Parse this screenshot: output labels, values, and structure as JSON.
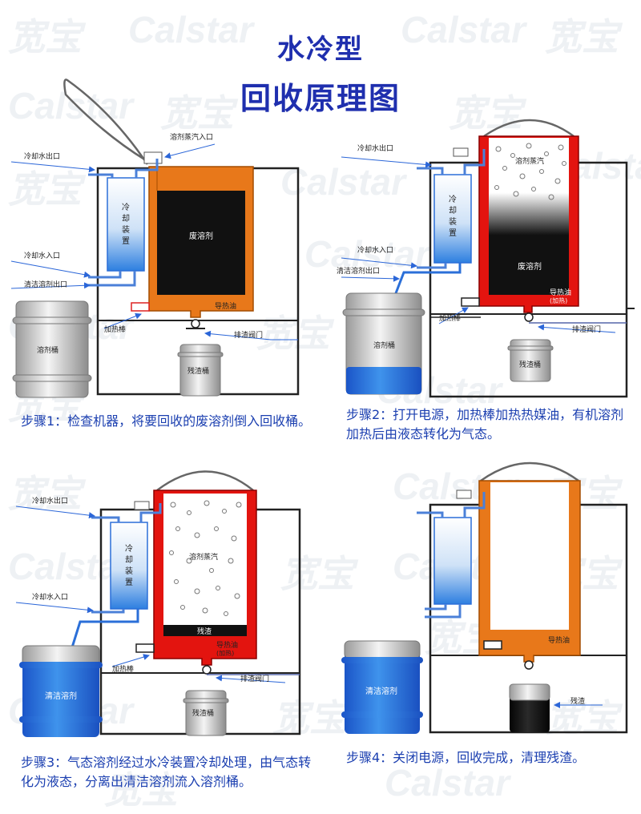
{
  "header": {
    "title": "水冷型",
    "subtitle": "回收原理图"
  },
  "watermark": [
    "Calstar",
    "宽宝"
  ],
  "panels": [
    {
      "caption": "步骤1：检查机器，将要回收的废溶剂倒入回收桶。",
      "labels": {
        "vapor_inlet": "溶剂蒸汽入口",
        "cooling_out": "冷却水出口",
        "cooling_device": "冷却装置",
        "cooling_in": "冷却水入口",
        "clean_out": "清洁溶剂出口",
        "waste": "废溶剂",
        "oil": "导热油",
        "heater": "加热棒",
        "drain": "排渣阀门",
        "solvent_bucket": "溶剂桶",
        "residue_bucket": "残渣桶"
      }
    },
    {
      "caption_lines": [
        "步骤2：打开电源，加热棒加热热媒油，有机溶剂",
        "加热后由液态转化为气态。"
      ],
      "labels": {
        "vapor": "溶剂蒸汽",
        "cooling_out": "冷却水出口",
        "cooling_device": "冷却装置",
        "cooling_in": "冷却水入口",
        "clean_out": "清洁溶剂出口",
        "waste": "废溶剂",
        "oil": "导热油",
        "oil_sub": "(加热)",
        "heater": "加热棒",
        "drain": "排渣阀门",
        "solvent_bucket": "溶剂桶",
        "residue_bucket": "残渣桶"
      }
    },
    {
      "caption_lines": [
        "步骤3：气态溶剂经过水冷装置冷却处理，由气态转",
        "化为液态，分离出清洁溶剂流入溶剂桶。"
      ],
      "labels": {
        "cooling_out": "冷却水出口",
        "cooling_device": "冷却装置",
        "cooling_in": "冷却水入口",
        "vapor": "溶剂蒸汽",
        "residue": "残渣",
        "oil": "导热油",
        "oil_sub": "(加热)",
        "heater": "加热棒",
        "drain": "排渣阀门",
        "clean_bucket": "清洁溶剂",
        "residue_bucket": "残渣桶"
      }
    },
    {
      "caption": "步骤4：关闭电源，回收完成，清理残渣。",
      "labels": {
        "oil": "导热油",
        "clean_bucket": "清洁溶剂",
        "residue": "残渣"
      }
    }
  ],
  "colors": {
    "title": "#1f2fae",
    "caption": "#1b3fb0",
    "orange": "#e8781a",
    "red": "#e3140f",
    "blue": "#1f7be0",
    "black": "#111111"
  }
}
